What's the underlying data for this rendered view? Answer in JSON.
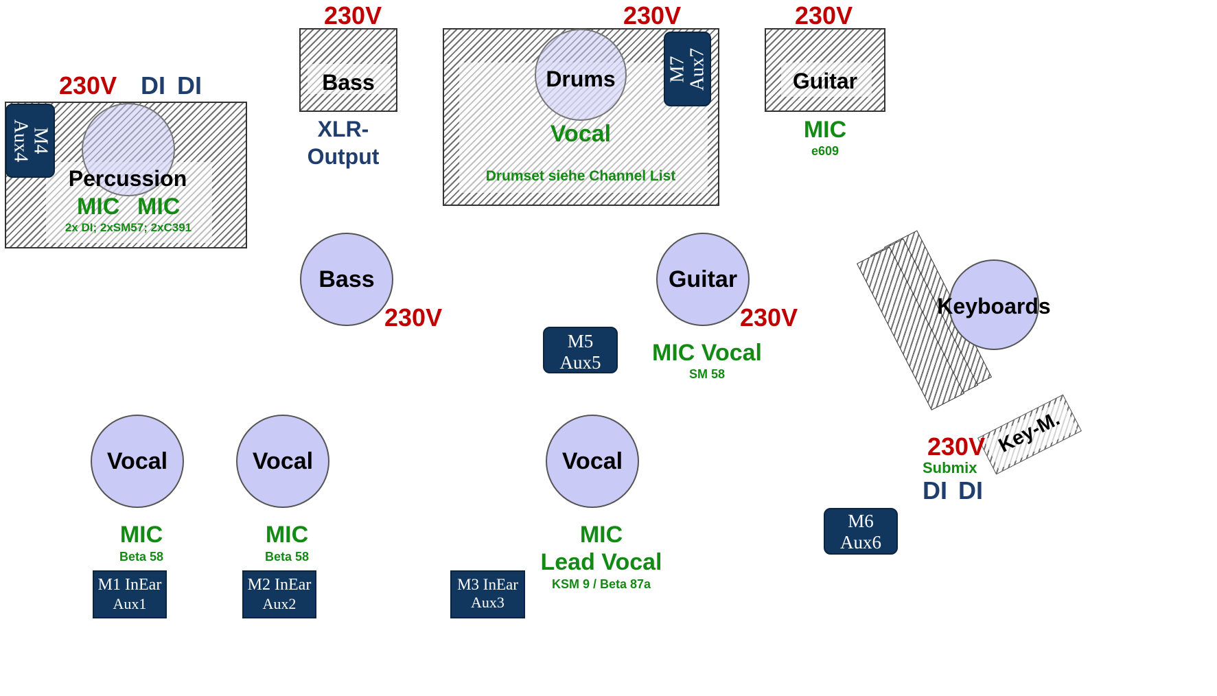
{
  "power_label": "230V",
  "di_label": "DI",
  "mic_label": "MIC",
  "vocal_label": "Vocal",
  "percussion": {
    "title": "Percussion",
    "mic1": "MIC",
    "mic2": "MIC",
    "note": "2x DI; 2xSM57; 2xC391",
    "monitor_line1": "M4",
    "monitor_line2": "Aux4"
  },
  "bass_amp": {
    "title": "Bass",
    "output_line1": "XLR-",
    "output_line2": "Output"
  },
  "drums": {
    "title": "Drums",
    "vocal": "Vocal",
    "note": "Drumset siehe Channel List",
    "monitor_line1": "M7",
    "monitor_line2": "Aux7"
  },
  "guitar_amp": {
    "title": "Guitar",
    "mic": "MIC",
    "model": "e609"
  },
  "bass_player": {
    "title": "Bass"
  },
  "guitar_player": {
    "title": "Guitar",
    "mic": "MIC Vocal",
    "model": "SM 58"
  },
  "monitor_m5": {
    "line1": "M5",
    "line2": "Aux5"
  },
  "keyboards": {
    "title": "Keyboards",
    "key_monitor": "Key-M.",
    "submix": "Submix",
    "monitor_line1": "M6",
    "monitor_line2": "Aux6"
  },
  "vocal_1": {
    "title": "Vocal",
    "mic": "MIC",
    "model": "Beta 58",
    "monitor_line1": "M1 InEar",
    "monitor_line2": "Aux1"
  },
  "vocal_2": {
    "title": "Vocal",
    "mic": "MIC",
    "model": "Beta 58",
    "monitor_line1": "M2 InEar",
    "monitor_line2": "Aux2"
  },
  "vocal_lead": {
    "title": "Vocal",
    "mic": "MIC",
    "mic_line2": "Lead Vocal",
    "model": "KSM 9 / Beta 87a",
    "monitor_line1": "M3 InEar",
    "monitor_line2": "Aux3"
  },
  "colors": {
    "power": "#c00000",
    "di": "#1f3e6e",
    "mic": "#138a13",
    "circle": "#cacaf6",
    "monitor": "#12375f"
  }
}
